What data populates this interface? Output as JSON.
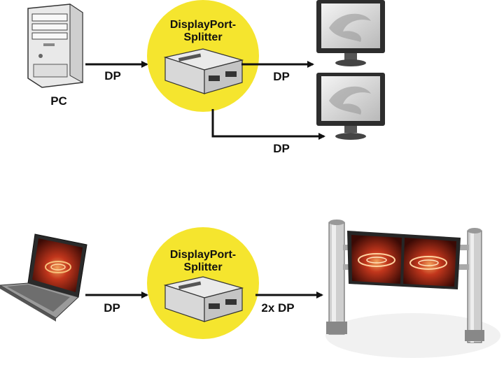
{
  "top": {
    "source_label": "PC",
    "splitter_title_line1": "DisplayPort-",
    "splitter_title_line2": "Splitter",
    "input_label": "DP",
    "output_label_1": "DP",
    "output_label_2": "DP"
  },
  "bottom": {
    "splitter_title_line1": "DisplayPort-",
    "splitter_title_line2": "Splitter",
    "input_label": "DP",
    "output_label": "2x DP"
  },
  "colors": {
    "splitter_circle": "#f5e52e",
    "arrow": "#111111",
    "screen_red": "#c2361c"
  }
}
